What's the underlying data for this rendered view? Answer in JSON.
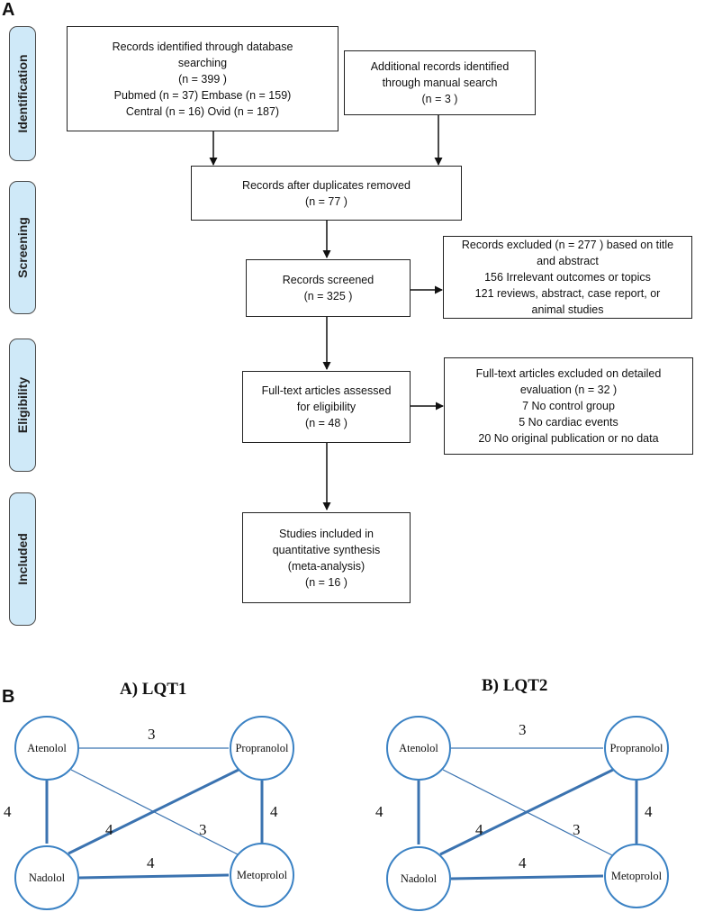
{
  "panel_a_label": "A",
  "panel_b_label": "B",
  "stages": {
    "identification": "Identification",
    "screening": "Screening",
    "eligibility": "Eligibility",
    "included": "Included"
  },
  "flow": {
    "db_search": [
      "Records identified through database",
      "searching",
      "(n =  399 )",
      "Pubmed (n = 37) Embase (n = 159)",
      "Central (n = 16) Ovid (n = 187)"
    ],
    "manual_search": [
      "Additional records identified",
      "through manual search",
      "(n =  3 )"
    ],
    "after_duplicates": [
      "Records after duplicates removed",
      "(n =  77 )"
    ],
    "screened": [
      "Records screened",
      "(n =  325 )"
    ],
    "excluded_title": [
      "Records excluded (n = 277 ) based on title",
      "and abstract",
      "156 Irrelevant outcomes or topics",
      "121 reviews, abstract, case report, or",
      "animal studies"
    ],
    "fulltext_assessed": [
      "Full-text articles assessed",
      "for eligibility",
      "(n = 48 )"
    ],
    "fulltext_excluded": [
      "Full-text articles excluded on detailed",
      "evaluation (n =  32 )",
      "7 No control group",
      "5 No cardiac events",
      "20 No original publication or no data"
    ],
    "included": [
      "Studies included in",
      "quantitative synthesis",
      "(meta-analysis)",
      "(n = 16 )"
    ]
  },
  "networks": [
    {
      "title": "A) LQT1",
      "nodes": [
        "Atenolol",
        "Propranolol",
        "Nadolol",
        "Metoprolol"
      ],
      "edges": [
        {
          "from": "Atenolol",
          "to": "Propranolol",
          "label": "3",
          "weight": "thin"
        },
        {
          "from": "Atenolol",
          "to": "Nadolol",
          "label": "4",
          "weight": "thick"
        },
        {
          "from": "Propranolol",
          "to": "Metoprolol",
          "label": "4",
          "weight": "thick"
        },
        {
          "from": "Nadolol",
          "to": "Metoprolol",
          "label": "4",
          "weight": "thick"
        },
        {
          "from": "Nadolol",
          "to": "Propranolol",
          "label": "4",
          "weight": "thick"
        },
        {
          "from": "Atenolol",
          "to": "Metoprolol",
          "label": "3",
          "weight": "thin"
        }
      ]
    },
    {
      "title": "B) LQT2",
      "nodes": [
        "Atenolol",
        "Propranolol",
        "Nadolol",
        "Metoprolol"
      ],
      "edges": [
        {
          "from": "Atenolol",
          "to": "Propranolol",
          "label": "3",
          "weight": "thin"
        },
        {
          "from": "Atenolol",
          "to": "Nadolol",
          "label": "4",
          "weight": "thick"
        },
        {
          "from": "Propranolol",
          "to": "Metoprolol",
          "label": "4",
          "weight": "thick"
        },
        {
          "from": "Nadolol",
          "to": "Metoprolol",
          "label": "4",
          "weight": "thick"
        },
        {
          "from": "Nadolol",
          "to": "Propranolol",
          "label": "4",
          "weight": "thick"
        },
        {
          "from": "Atenolol",
          "to": "Metoprolol",
          "label": "3",
          "weight": "thin"
        }
      ]
    }
  ],
  "colors": {
    "stage_fill": "#cfe9f8",
    "node_stroke": "#3b82c4",
    "edge": "#3b73b0"
  }
}
